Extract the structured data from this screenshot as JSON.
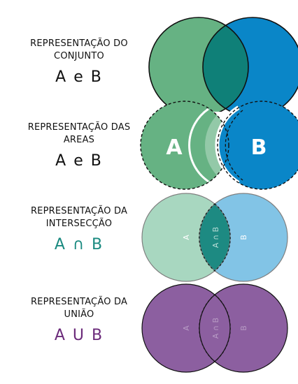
{
  "rows": [
    {
      "lines": [
        "REPRESENTAÇÃO DO",
        "CONJUNTO"
      ],
      "formula": "A e B",
      "formula_color": "#111111"
    },
    {
      "lines": [
        "REPRESENTAÇÃO DAS",
        "AREAS"
      ],
      "formula": "A e B",
      "formula_color": "#111111",
      "circle_labels": [
        "A",
        "B"
      ]
    },
    {
      "lines": [
        "REPRESENTAÇÃO DA",
        "INTERSECÇÃO"
      ],
      "formula": "A ∩ B",
      "formula_color": "#1a8a80",
      "circle_labels": [
        "A",
        "A ∩ B",
        "B"
      ]
    },
    {
      "lines": [
        "REPRESENTAÇÃO DA",
        "UNIÃO"
      ],
      "formula": "A U B",
      "formula_color": "#6b2a7a",
      "circle_labels": [
        "A",
        "A ∩ B",
        "B"
      ]
    }
  ],
  "colors": {
    "green": "#66b283",
    "blue": "#0a86c8",
    "teal": "#0f8078",
    "light_green": "#a8d7c0",
    "light_blue": "#82c4e6",
    "dark_teal": "#1d8a82",
    "purple": "#8c5fa0"
  }
}
